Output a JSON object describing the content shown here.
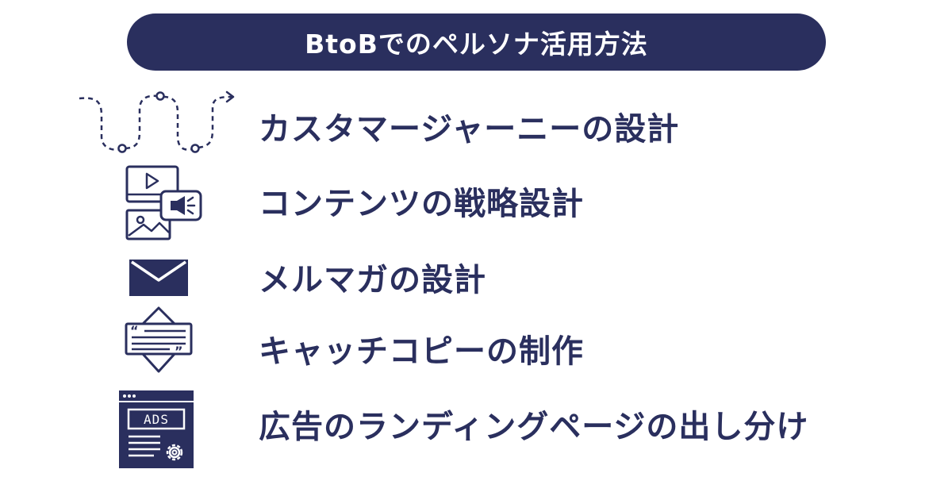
{
  "header": {
    "title": "BtoBでのペルソナ活用方法"
  },
  "items": [
    {
      "label": "カスタマージャーニーの設計",
      "icon": "customer-journey-icon"
    },
    {
      "label": "コンテンツの戦略設計",
      "icon": "content-media-icon"
    },
    {
      "label": "メルマガの設計",
      "icon": "envelope-icon"
    },
    {
      "label": "キャッチコピーの制作",
      "icon": "quote-text-icon"
    },
    {
      "label": "広告のランディングページの出し分け",
      "icon": "ads-window-icon"
    }
  ],
  "icons": {
    "ads_label": "ADS"
  },
  "colors": {
    "navy": "#2a2f5e",
    "background": "#ffffff"
  }
}
